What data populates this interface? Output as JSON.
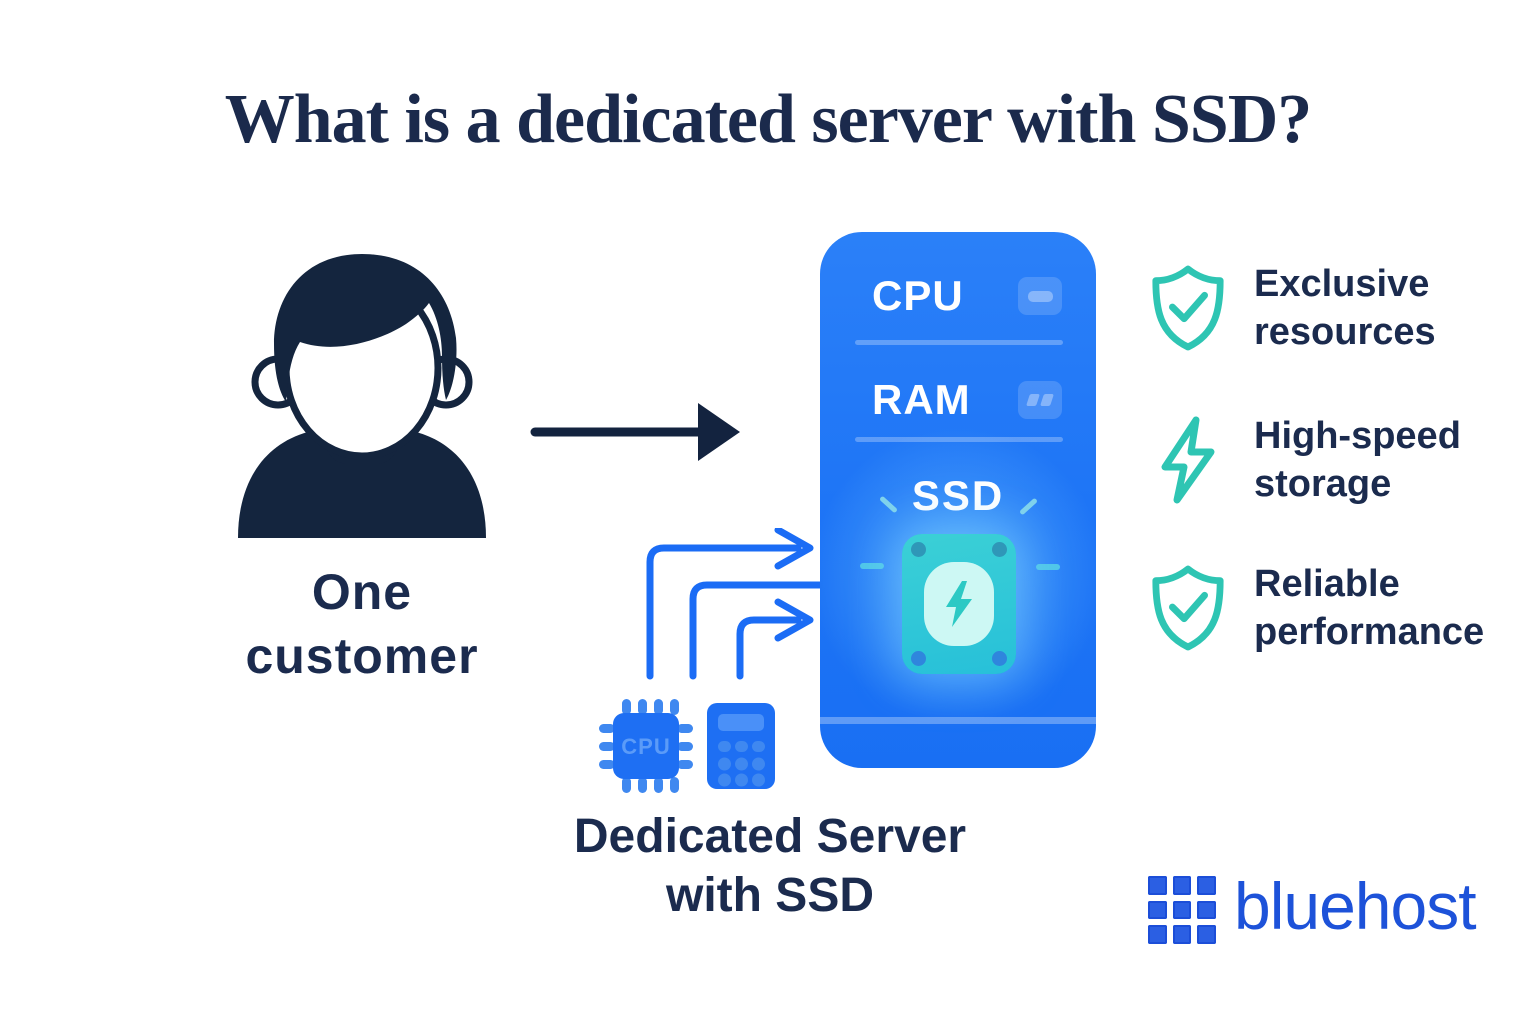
{
  "title": "What is a dedicated server with SSD?",
  "customer": {
    "line1": "One",
    "line2": "customer"
  },
  "server": {
    "cpu_label": "CPU",
    "ram_label": "RAM",
    "ssd_label": "SSD"
  },
  "chip": {
    "label": "CPU"
  },
  "dedicated": {
    "line1": "Dedicated Server",
    "line2": "with SSD"
  },
  "benefits": [
    {
      "icon": "shield-check-icon",
      "line1": "Exclusive",
      "line2": "resources"
    },
    {
      "icon": "lightning-icon",
      "line1": "High-speed",
      "line2": "storage"
    },
    {
      "icon": "shield-check-icon",
      "line1": "Reliable",
      "line2": "performance"
    }
  ],
  "logo": {
    "text": "bluehost"
  },
  "colors": {
    "navy_text": "#1b2b4e",
    "person_navy": "#14253e",
    "server_blue": "#1f78f7",
    "flow_arrow_blue": "#1b6cf5",
    "icon_blue": "#1e6ff3",
    "teal_accent": "#2ec5b3",
    "drive_teal": "#2ac4d2",
    "drive_core": "#cdf8f4",
    "logo_blue": "#1d52d9",
    "background": "#ffffff"
  }
}
